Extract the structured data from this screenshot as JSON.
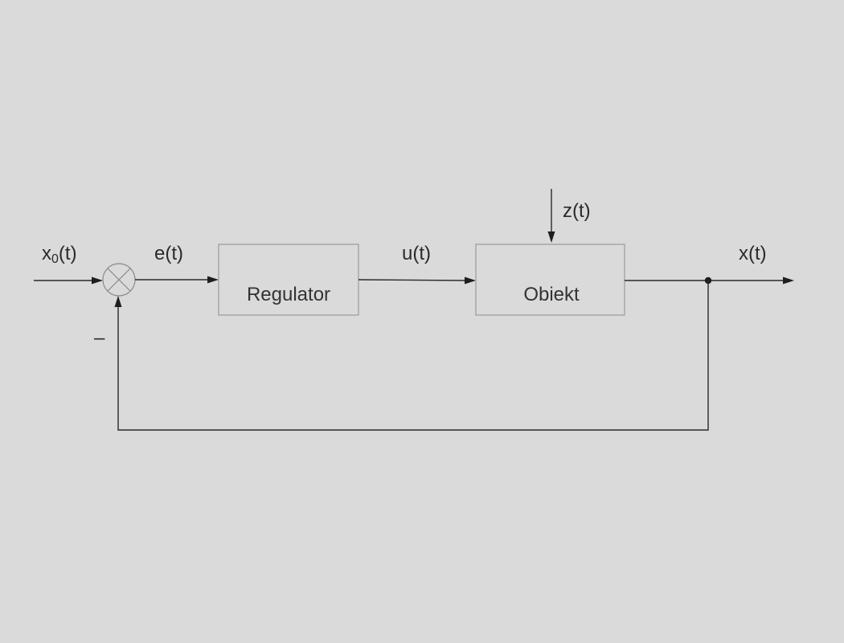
{
  "signals": {
    "input_main": "x",
    "input_sub": "0",
    "input_arg": "(t)",
    "error": "e(t)",
    "control": "u(t)",
    "disturbance": "z(t)",
    "output": "x(t)"
  },
  "blocks": {
    "controller": "Regulator",
    "plant": "Obiekt"
  },
  "feedback": {
    "sign": "–"
  },
  "colors": {
    "background": "#dadada",
    "line": "#2a2a2a",
    "box_border": "#9a9a9a"
  }
}
